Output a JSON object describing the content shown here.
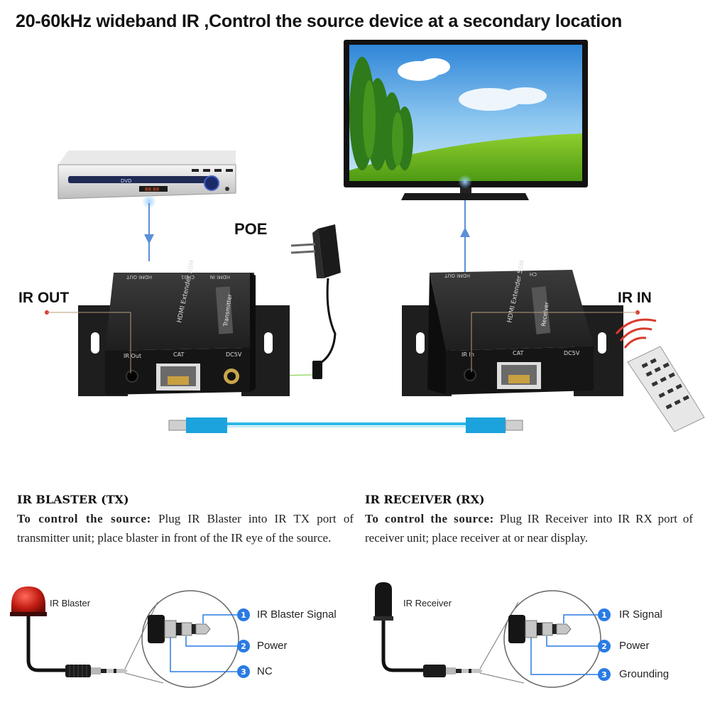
{
  "title": "20-60kHz wideband IR ,Control the source device at a secondary location",
  "labels": {
    "poe": "POE",
    "ir_out": "IR OUT",
    "ir_in": "IR IN"
  },
  "devices": {
    "tx_top_ports": [
      "HDMI OUT",
      "CH01",
      "HDMI IN"
    ],
    "tx_bottom_ports": [
      "IR Out",
      "CAT",
      "DC5V"
    ],
    "rx_top_ports": [
      "HDMI OUT",
      "CH"
    ],
    "rx_bottom_ports": [
      "IR In",
      "CAT",
      "DC5V"
    ],
    "tx_side": "HDMI Extender 50M",
    "rx_side": "HDMI Extender 50M",
    "tx_badge": "Transmitter",
    "rx_badge": "Receiver",
    "dvd_label": "DVD"
  },
  "blaster": {
    "heading": "IR BLASTER (TX)",
    "lead": "To control the source:",
    "body": " Plug IR Blaster into IR TX port of transmitter unit; place blaster in front of the IR eye of the source.",
    "device_label": "IR Blaster",
    "pins": [
      {
        "num": "1",
        "label": "IR Blaster Signal"
      },
      {
        "num": "2",
        "label": "Power"
      },
      {
        "num": "3",
        "label": "NC"
      }
    ]
  },
  "receiver": {
    "heading": "IR RECEIVER (RX)",
    "lead": "To control the source:",
    "body": " Plug IR Receiver into IR RX port of receiver unit; place receiver at or near display.",
    "device_label": "IR Receiver",
    "pins": [
      {
        "num": "1",
        "label": "IR Signal"
      },
      {
        "num": "2",
        "label": "Power"
      },
      {
        "num": "3",
        "label": "Grounding"
      }
    ]
  },
  "colors": {
    "arrow_blue": "#5b8fd6",
    "pin_blue": "#2a7be4",
    "cable_cyan": "#2bb8e8",
    "ir_red": "#d93a2b"
  }
}
